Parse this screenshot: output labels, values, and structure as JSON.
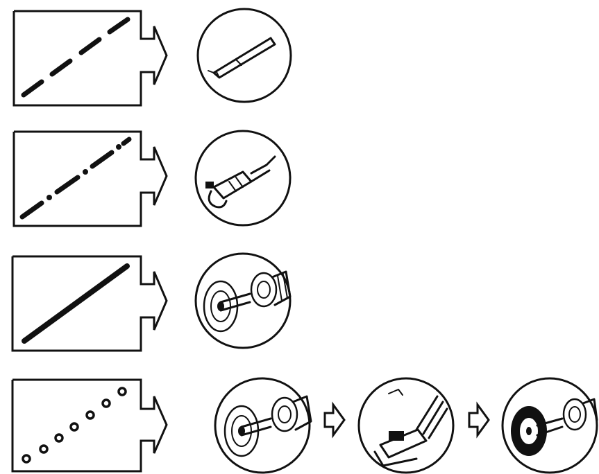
{
  "rows": [
    {
      "marking": "dashed-line",
      "tools": [
        "chisel-icon"
      ]
    },
    {
      "marking": "dash-dot-line",
      "tools": [
        "hand-drill-icon"
      ]
    },
    {
      "marking": "solid-line",
      "tools": [
        "cutting-disc-icon"
      ]
    },
    {
      "marking": "dotted-holes",
      "tools": [
        "cutting-disc-icon",
        "nibbler-icon",
        "wire-brush-icon"
      ]
    }
  ],
  "colors": {
    "ink": "#111111",
    "background": "#ffffff"
  }
}
